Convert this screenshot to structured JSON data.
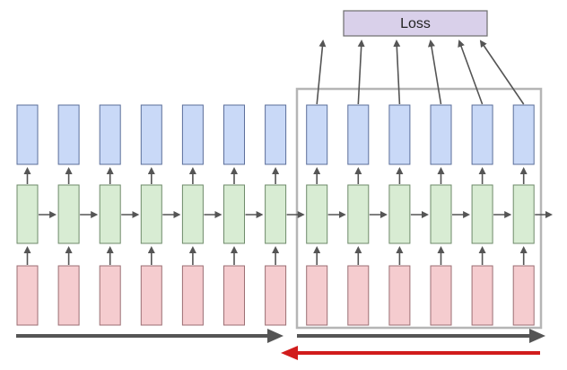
{
  "loss": {
    "label": "Loss"
  },
  "diagram": {
    "num_columns": 13,
    "window_start_index": 7,
    "colors": {
      "output_fill": "#c9d9f7",
      "output_stroke": "#5b6e9a",
      "hidden_fill": "#d8ecd3",
      "hidden_stroke": "#6e8a6a",
      "input_fill": "#f5cccf",
      "input_stroke": "#9b6e73",
      "loss_fill": "#d9d0ea",
      "loss_stroke": "#6d6d6d",
      "arrow": "#555555",
      "window_border": "#b5b5b5",
      "forward_arrow": "#555555",
      "backward_arrow": "#d11c1c"
    }
  }
}
